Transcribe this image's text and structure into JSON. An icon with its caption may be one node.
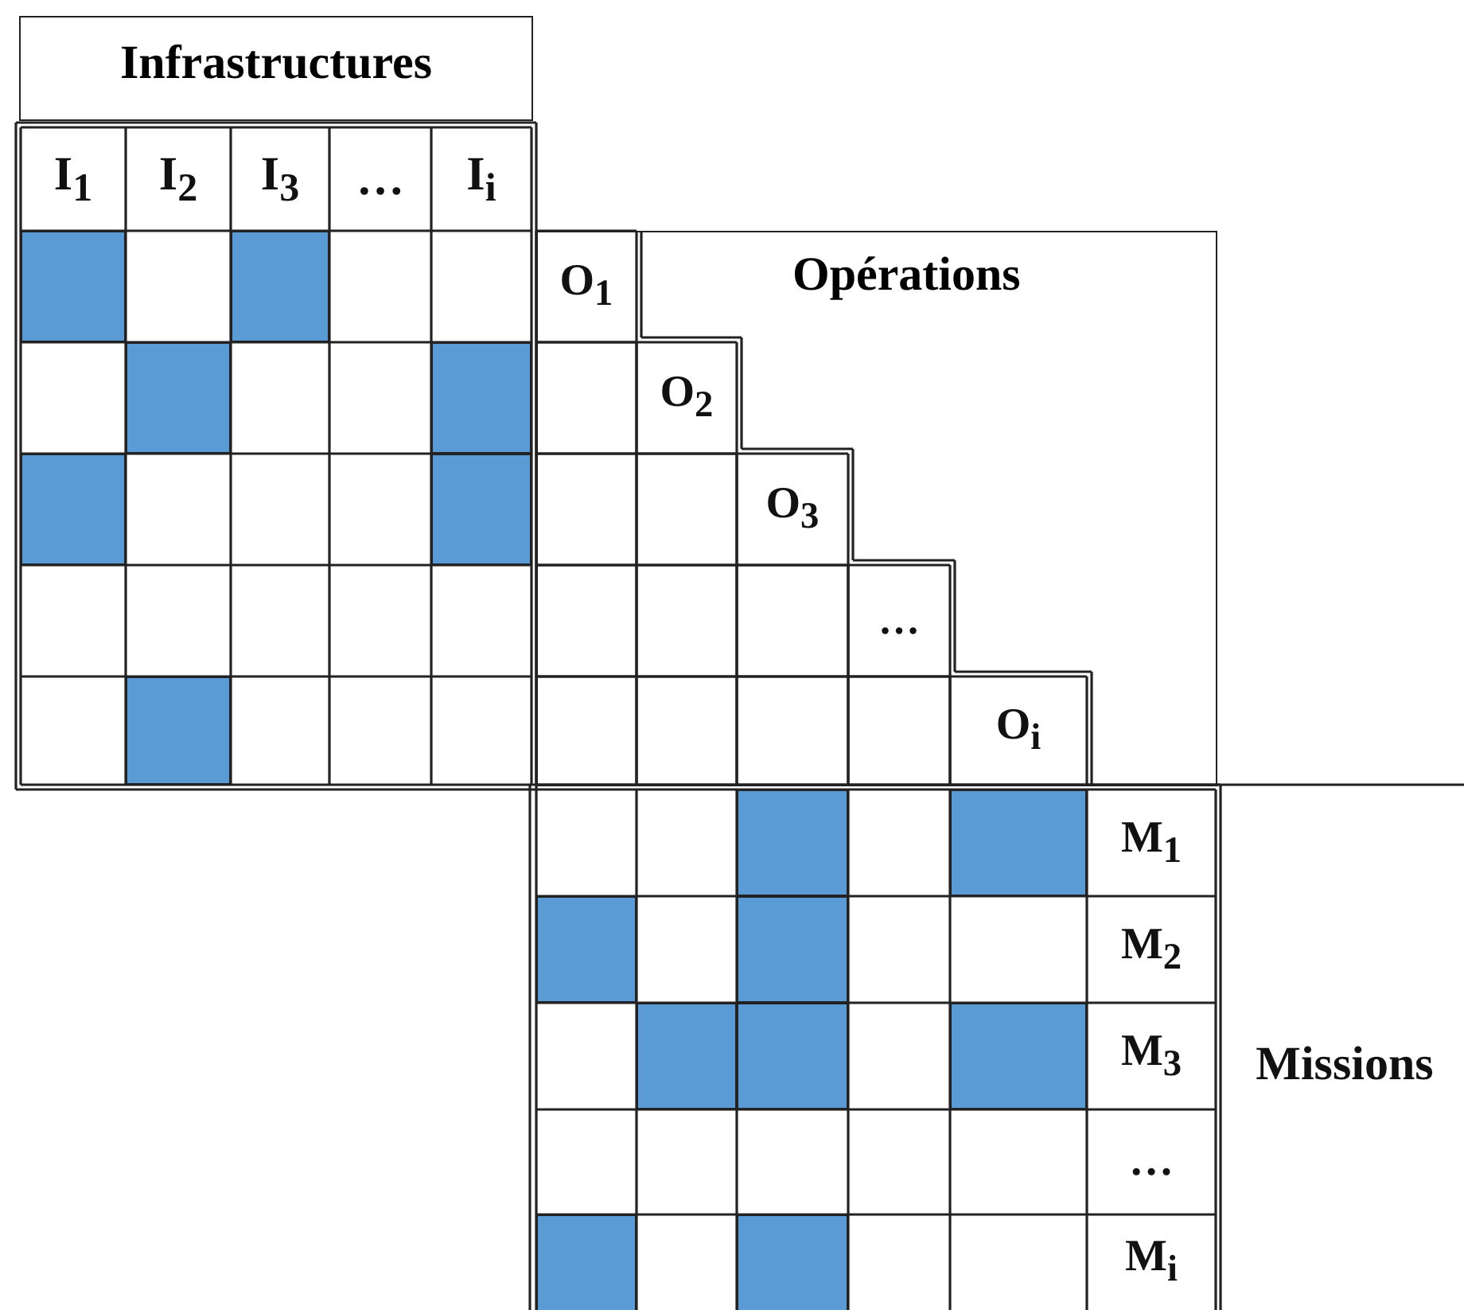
{
  "diagram": {
    "nodes": [
      {
        "text": [
          "Infrastructures"
        ]
      },
      {
        "text": [],
        "shape": "box"
      },
      {
        "text": [],
        "shape": "box"
      },
      {
        "text": [],
        "shape": "box"
      },
      {
        "text": [],
        "shape": "box"
      },
      {
        "text": [],
        "shape": "box"
      },
      {
        "text": [],
        "shape": "box"
      },
      {
        "text": [],
        "shape": "box"
      },
      {
        "text": [
          "Opérations"
        ]
      },
      {
        "text": [],
        "shape": "box"
      },
      {
        "text": [],
        "shape": "box"
      },
      {
        "text": [],
        "shape": "box"
      },
      {
        "text": [],
        "shape": "box"
      },
      {
        "text": [],
        "shape": "box"
      },
      {
        "text": [],
        "shape": "box"
      },
      {
        "text": [],
        "shape": "box"
      },
      {
        "text": [],
        "shape": "box"
      },
      {
        "text": [],
        "shape": "box"
      }
    ],
    "labels": [
      "I$_{1}$",
      "I$_{2}$",
      "I$_{3}$",
      "…",
      "I$_{i}$",
      "O$_{1}$",
      "O$_{2}$",
      "O$_{3}$",
      "…",
      "O$_{i}$",
      "M$_{1}$",
      "M$_{2}$",
      "M$_{3}$",
      "Missions",
      "…",
      "M$_{i}$"
    ]
  }
}
